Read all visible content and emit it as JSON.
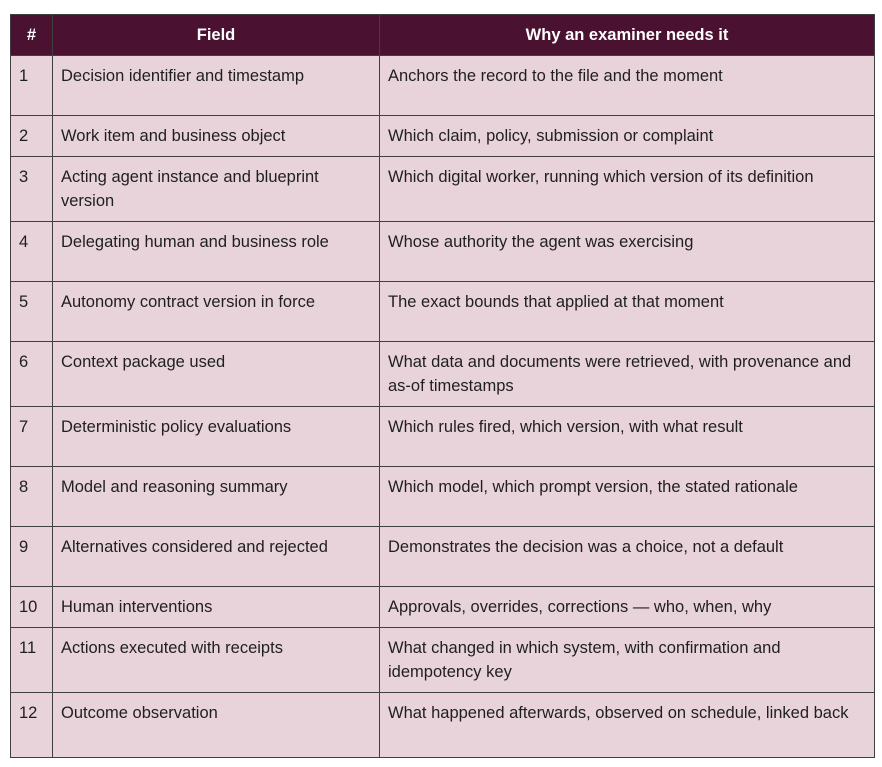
{
  "table": {
    "headers": {
      "num": "#",
      "field": "Field",
      "why": "Why an examiner needs it"
    },
    "rows": [
      {
        "num": "1",
        "field": "Decision identifier and timestamp",
        "why": "Anchors the record to the file and the moment"
      },
      {
        "num": "2",
        "field": "Work item and business object",
        "why": "Which claim, policy, submission or complaint"
      },
      {
        "num": "3",
        "field": "Acting agent instance and blueprint version",
        "why": "Which digital worker, running which version of its definition"
      },
      {
        "num": "4",
        "field": "Delegating human and business role",
        "why": "Whose authority the agent was exercising"
      },
      {
        "num": "5",
        "field": "Autonomy contract version in force",
        "why": "The exact bounds that applied at that moment"
      },
      {
        "num": "6",
        "field": "Context package used",
        "why": "What data and documents were retrieved, with provenance and as-of timestamps"
      },
      {
        "num": "7",
        "field": "Deterministic policy evaluations",
        "why": "Which rules fired, which version, with what result"
      },
      {
        "num": "8",
        "field": "Model and reasoning summary",
        "why": "Which model, which prompt version, the stated rationale"
      },
      {
        "num": "9",
        "field": "Alternatives considered and rejected",
        "why": "Demonstrates the decision was a choice, not a default"
      },
      {
        "num": "10",
        "field": "Human interventions",
        "why": "Approvals, overrides, corrections — who, when, why"
      },
      {
        "num": "11",
        "field": "Actions executed with receipts",
        "why": "What changed in which system, with confirmation and idempotency key"
      },
      {
        "num": "12",
        "field": "Outcome observation",
        "why": "What happened afterwards, observed on schedule, linked back"
      }
    ]
  }
}
